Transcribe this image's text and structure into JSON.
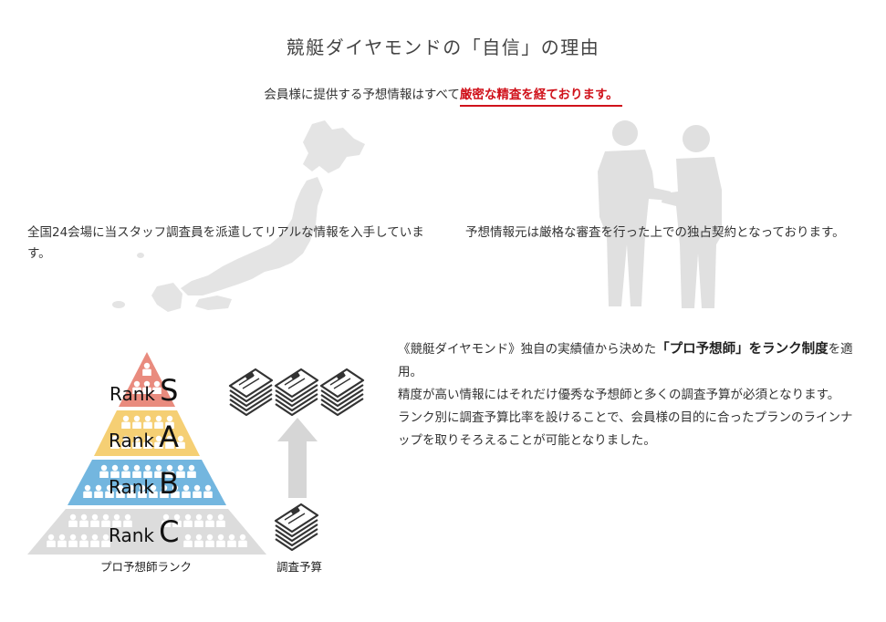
{
  "heading": "競艇ダイヤモンドの「自信」の理由",
  "lead": {
    "text": "会員様に提供する予想情報はすべて",
    "highlight": "厳密な精査を経ております。"
  },
  "left_text": "全国24会場に当スタッフ調査員を派遣してリアルな情報を入手しています。",
  "right_text": "予想情報元は厳格な審査を行った上での独占契約となっております。",
  "description": {
    "part1": "《競艇ダイヤモンド》独自の実績値から決めた",
    "bold1": "「プロ予想師」をランク制度",
    "part2": "を適用。",
    "line2": "精度が高い情報にはそれだけ優秀な予想師と多くの調査予算が必須となります。",
    "line3": "ランク別に調査予算比率を設けることで、会員様の目的に合ったプランのラインナップを取りそろえることが可能となりました。"
  },
  "pyramid": {
    "caption": "プロ予想師ランク",
    "ranks": [
      {
        "word": "Rank",
        "letter": "S",
        "color": "#e98b7e"
      },
      {
        "word": "Rank",
        "letter": "A",
        "color": "#f5cf74"
      },
      {
        "word": "Rank",
        "letter": "B",
        "color": "#73b6df"
      },
      {
        "word": "Rank",
        "letter": "C",
        "color": "#dcdcdc"
      }
    ]
  },
  "budget": {
    "caption": "調査予算"
  },
  "colors": {
    "accent_red": "#d0121b",
    "silhouette_gray": "#e2e2e2",
    "arrow_gray": "#d6d6d6"
  },
  "icons": [
    "japan-map-silhouette",
    "handshake-silhouette",
    "money-stack-icon",
    "up-arrow-icon",
    "person-icon"
  ]
}
